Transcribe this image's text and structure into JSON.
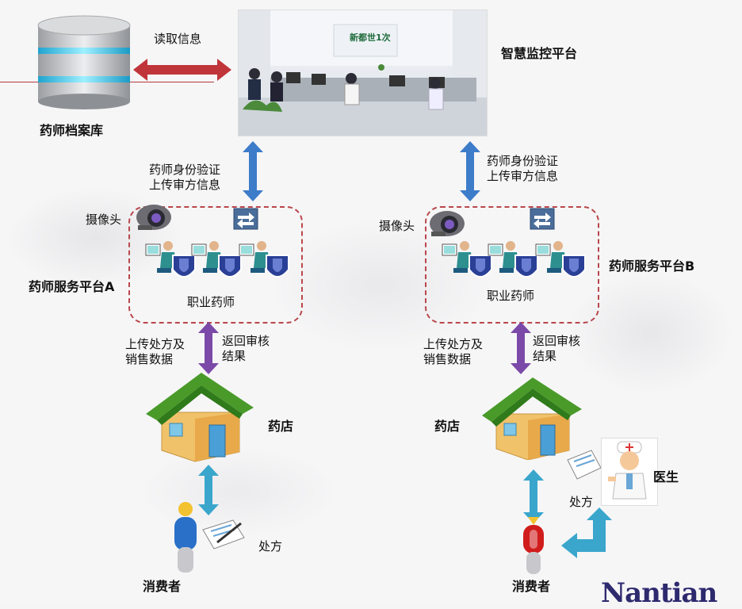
{
  "top": {
    "database_label": "药师档案库",
    "read_info_label": "读取信息",
    "platform_label": "智慧监控平台"
  },
  "left": {
    "upload_verify_line1": "药师身份验证",
    "upload_verify_line2": "上传审方信息",
    "camera_label": "摄像头",
    "platform_label": "药师服务平台A",
    "pharmacist_label": "职业药师",
    "upload_sales_line1": "上传处方及",
    "upload_sales_line2": "销售数据",
    "return_audit_line1": "返回审核",
    "return_audit_line2": "结果",
    "pharmacy_label": "药店",
    "prescription_label": "处方",
    "consumer_label": "消费者"
  },
  "right": {
    "upload_verify_line1": "药师身份验证",
    "upload_verify_line2": "上传审方信息",
    "camera_label": "摄像头",
    "platform_label": "药师服务平台B",
    "pharmacist_label": "职业药师",
    "upload_sales_line1": "上传处方及",
    "upload_sales_line2": "销售数据",
    "return_audit_line1": "返回审核",
    "return_audit_line2": "结果",
    "pharmacy_label": "药店",
    "doctor_label": "医生",
    "prescription_label": "处方",
    "consumer_label": "消费者"
  },
  "photo_sign": "新都世1次",
  "logo": "Nantian",
  "colors": {
    "dashed_box": "#b9474a",
    "blue_arrow": "#3d7cc9",
    "purple_arrow": "#7b4aa8",
    "cyan_arrow": "#3aa6cc",
    "red_arrow": "#c0353a",
    "house_roof": "#4a9a2a",
    "house_wall": "#f0c26a",
    "shield": "#2a3f96"
  }
}
